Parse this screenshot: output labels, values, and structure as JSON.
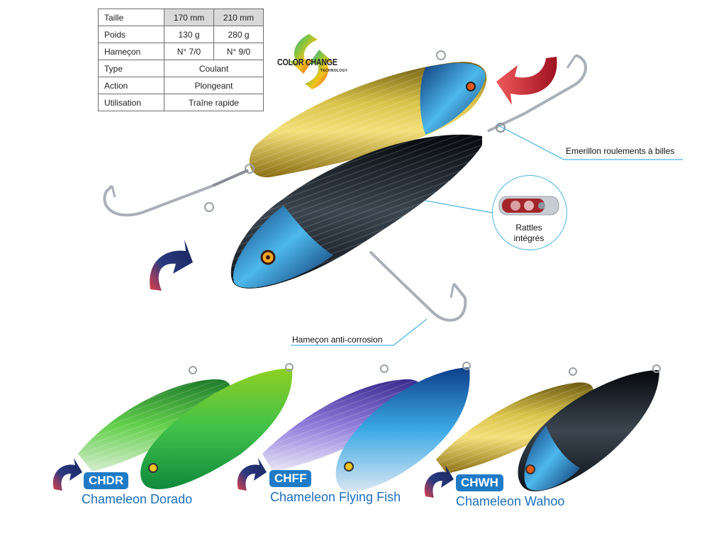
{
  "specs": {
    "rows": [
      {
        "label": "Taille",
        "values": [
          "170 mm",
          "210 mm"
        ]
      },
      {
        "label": "Poids",
        "values": [
          "130 g",
          "280 g"
        ]
      },
      {
        "label": "Hameçon",
        "values": [
          "N° 7/0",
          "N° 9/0"
        ]
      },
      {
        "label": "Type",
        "span_value": "Coulant"
      },
      {
        "label": "Action",
        "span_value": "Plongeant"
      },
      {
        "label": "Utilisation",
        "span_value": "Traîne rapide"
      }
    ]
  },
  "logo": {
    "title": "COLOR CHANGE",
    "subtitle": "TECHNOLOGY"
  },
  "callouts": {
    "swivel": "Emerillon roulements à billes",
    "rattles_line1": "Rattles",
    "rattles_line2": "intégrés",
    "hook": "Hameçon anti-corrosion"
  },
  "products": [
    {
      "code": "CHDR",
      "name": "Chameleon Dorado"
    },
    {
      "code": "CHFF",
      "name": "Chameleon Flying Fish"
    },
    {
      "code": "CHWH",
      "name": "Chameleon Wahoo"
    }
  ],
  "colors": {
    "accent_blue": "#1f7bc6",
    "callout_line": "#4bb4e0",
    "arrow_red": "#d7232d",
    "arrow_navy": "#1e2f6e"
  }
}
